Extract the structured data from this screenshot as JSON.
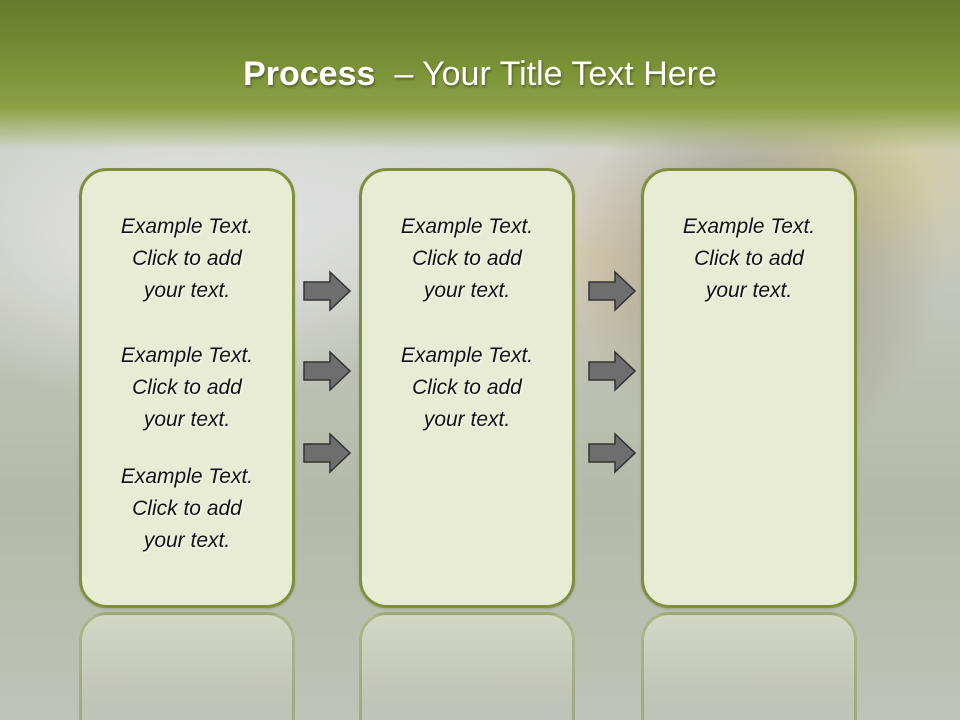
{
  "slide": {
    "title_bold": "Process",
    "title_rest": "– Your Title Text Here"
  },
  "columns": [
    {
      "items": [
        [
          "Example Text.",
          "Click  to add",
          "your text."
        ],
        [
          "Example Text.",
          "Click  to add",
          "your text."
        ],
        [
          "Example Text.",
          "Click  to add",
          "your text."
        ]
      ]
    },
    {
      "items": [
        [
          "Example Text.",
          "Click  to add",
          "your text."
        ],
        [
          "Example Text.",
          "Click  to add",
          "your text."
        ]
      ]
    },
    {
      "items": [
        [
          "Example Text.",
          "Click  to add",
          "your text."
        ]
      ]
    }
  ],
  "colors": {
    "header": "#7a9235",
    "panel_border": "#7f8f3c",
    "panel_fill": "#e8ecd4",
    "arrow_fill": "#6e6e6e"
  }
}
